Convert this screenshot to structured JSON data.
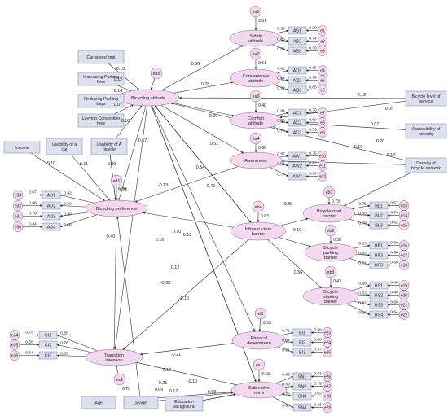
{
  "latent": [
    {
      "id": "safety",
      "label": "Safety attitude"
    },
    {
      "id": "conv",
      "label": "Convenience attitude"
    },
    {
      "id": "comfort",
      "label": "Comfort attitude"
    },
    {
      "id": "aware",
      "label": "Awareness"
    },
    {
      "id": "bike",
      "label": "Bicycling attitude"
    },
    {
      "id": "pref",
      "label": "Bicycling preference"
    },
    {
      "id": "trans",
      "label": "Transition intention"
    },
    {
      "id": "infra",
      "label": "Infrastructure barrier"
    },
    {
      "id": "road",
      "label": "Bicycle road barrier"
    },
    {
      "id": "park",
      "label": "Bicycle parking barrier"
    },
    {
      "id": "share",
      "label": "Bicycle sharing barrier"
    },
    {
      "id": "phys",
      "label": "Physical determinant"
    },
    {
      "id": "subj",
      "label": "Subjective norm"
    }
  ],
  "observed": [
    {
      "id": "car",
      "label": "Car speed limit"
    },
    {
      "id": "park_fee",
      "label": "Increasing Parking fees"
    },
    {
      "id": "park_bay",
      "label": "Reducing Parking bays"
    },
    {
      "id": "cong",
      "label": "Levying Congestion fees"
    },
    {
      "id": "income",
      "label": "Income"
    },
    {
      "id": "ucar",
      "label": "Usability of a car"
    },
    {
      "id": "ubike",
      "label": "Usability of A bicycle"
    },
    {
      "id": "age",
      "label": "Age"
    },
    {
      "id": "gender",
      "label": "Gender"
    },
    {
      "id": "edu",
      "label": "Education background"
    },
    {
      "id": "bls",
      "label": "Bicycle level of service"
    },
    {
      "id": "amen",
      "label": "Accessibility of amenity"
    },
    {
      "id": "dens",
      "label": "Density of bicycle network"
    }
  ],
  "indicators": [
    {
      "latent": "safety",
      "label": "AS1",
      "loading": "0.54",
      "err": "e1",
      "r": "0.29"
    },
    {
      "latent": "safety",
      "label": "AS2",
      "loading": "0.86",
      "err": "e2",
      "r": "0.74"
    },
    {
      "latent": "safety",
      "label": "AS3",
      "loading": "0.54",
      "err": "e3",
      "r": "0.30"
    },
    {
      "latent": "conv",
      "label": "AQ1",
      "loading": "0.81",
      "err": "e4",
      "r": "0.65"
    },
    {
      "latent": "conv",
      "label": "AQ2",
      "loading": "0.84",
      "err": "e5",
      "r": "0.70"
    },
    {
      "latent": "conv",
      "label": "AQ3",
      "loading": "0.92",
      "err": "e6",
      "r": "0.85"
    },
    {
      "latent": "comfort",
      "label": "AC1",
      "loading": "0.84",
      "err": "e7",
      "r": "0.70"
    },
    {
      "latent": "comfort",
      "label": "AC2",
      "loading": "0.83",
      "err": "e8",
      "r": "0.69"
    },
    {
      "latent": "comfort",
      "label": "AC3",
      "loading": "0.75",
      "err": "e9",
      "r": "0.59"
    },
    {
      "latent": "aware",
      "label": "AW1",
      "loading": "0.87",
      "err": "e10",
      "r": "0.75"
    },
    {
      "latent": "aware",
      "label": "AW2",
      "loading": "0.91",
      "err": "e11",
      "r": "0.82"
    },
    {
      "latent": "aware",
      "label": "AW3",
      "loading": "0.74",
      "err": "e12",
      "r": "0.54"
    },
    {
      "latent": "road",
      "label": "BL1",
      "loading": "0.75",
      "err": "e13",
      "r": "0.57"
    },
    {
      "latent": "road",
      "label": "BL2",
      "loading": "0.85",
      "err": "e14",
      "r": "0.73"
    },
    {
      "latent": "road",
      "label": "BL3",
      "loading": "0.79",
      "err": "e15",
      "r": "0.62"
    },
    {
      "latent": "park",
      "label": "BP1",
      "loading": "0.83",
      "err": "e16",
      "r": "0.69"
    },
    {
      "latent": "park",
      "label": "BP2",
      "loading": "0.82",
      "err": "e17",
      "r": "0.68"
    },
    {
      "latent": "park",
      "label": "BP3",
      "loading": "0.71",
      "err": "e18",
      "r": "0.50"
    },
    {
      "latent": "share",
      "label": "BS1",
      "loading": "0.66",
      "err": "e19",
      "r": "0.43"
    },
    {
      "latent": "share",
      "label": "BS2",
      "loading": "0.63",
      "err": "e20",
      "r": "0.40"
    },
    {
      "latent": "share",
      "label": "BS3",
      "loading": "0.82",
      "err": "e21",
      "r": "0.68"
    },
    {
      "latent": "share",
      "label": "BS4",
      "loading": "0.80",
      "err": "e22",
      "r": "0.64"
    },
    {
      "latent": "phys",
      "label": "BI1",
      "loading": "0.76",
      "err": "e23",
      "r": "0.58"
    },
    {
      "latent": "phys",
      "label": "BI2",
      "loading": "0.94",
      "err": "e24",
      "r": "0.88"
    },
    {
      "latent": "phys",
      "label": "BI3",
      "loading": "0.61",
      "err": "e25",
      "r": "0.37"
    },
    {
      "latent": "subj",
      "label": "SN1",
      "loading": "0.85",
      "err": "e26",
      "r": "0.73"
    },
    {
      "latent": "subj",
      "label": "SN2",
      "loading": "0.89",
      "err": "e27",
      "r": "0.79"
    },
    {
      "latent": "subj",
      "label": "SN3",
      "loading": "0.79",
      "err": "e28",
      "r": "0.62"
    },
    {
      "latent": "subj",
      "label": "SN4",
      "loading": "0.68",
      "err": "e29",
      "r": "0.46"
    },
    {
      "latent": "pref",
      "label": "AD1",
      "loading": "0.82",
      "err": "e33",
      "r": "0.67"
    },
    {
      "latent": "pref",
      "label": "AD2",
      "loading": "0.82",
      "err": "e32",
      "r": "0.68"
    },
    {
      "latent": "pref",
      "label": "AD3",
      "loading": "0.89",
      "err": "e31",
      "r": "0.79"
    },
    {
      "latent": "pref",
      "label": "AD4",
      "loading": "0.66",
      "err": "e30",
      "r": "0.44"
    },
    {
      "latent": "trans",
      "label": "CI1",
      "loading": "0.85",
      "err": "e34",
      "r": "0.73"
    },
    {
      "latent": "trans",
      "label": "CI2",
      "loading": "0.76",
      "err": "e35",
      "r": "0.58"
    },
    {
      "latent": "trans",
      "label": "CI3",
      "loading": "0.80",
      "err": "e36",
      "r": "0.64"
    }
  ],
  "disturbances": [
    {
      "latent": "safety",
      "label": "ea1",
      "r": "0.51"
    },
    {
      "latent": "conv",
      "label": "ea2",
      "r": "0.61"
    },
    {
      "latent": "comfort",
      "label": "ea3",
      "r": "0.40"
    },
    {
      "latent": "aware",
      "label": "ea4",
      "r": "0.60"
    },
    {
      "latent": "bike",
      "label": "ea5",
      "r": ""
    },
    {
      "latent": "pref",
      "label": "ed1",
      "r": "0.78"
    },
    {
      "latent": "trans",
      "label": "ec1",
      "r": "0.73"
    },
    {
      "latent": "infra",
      "label": "eb4",
      "r": "0.63"
    },
    {
      "latent": "road",
      "label": "eb1",
      "r": "0.73"
    },
    {
      "latent": "park",
      "label": "eb2",
      "r": "0.58"
    },
    {
      "latent": "share",
      "label": "eb3",
      "r": "0.43"
    },
    {
      "latent": "phys",
      "label": "ei1",
      "r": "0.55"
    },
    {
      "latent": "subj",
      "label": "es1",
      "r": "0.63"
    }
  ],
  "paths": [
    {
      "label": "0.10"
    },
    {
      "label": "0.12"
    },
    {
      "label": "0.14"
    },
    {
      "label": "0.07"
    },
    {
      "label": "0.18"
    },
    {
      "label": "0.67"
    },
    {
      "label": "0.86"
    },
    {
      "label": "0.78"
    },
    {
      "label": "0.09"
    },
    {
      "label": "0.51"
    },
    {
      "label": "0.54"
    },
    {
      "label": "0.16"
    },
    {
      "label": "0.10"
    },
    {
      "label": "0.12"
    },
    {
      "label": "0.05"
    },
    {
      "label": "0.12"
    },
    {
      "label": "0.07"
    },
    {
      "label": "0.14"
    },
    {
      "label": "0.20"
    },
    {
      "label": "0.10"
    },
    {
      "label": "-0.10"
    },
    {
      "label": "-0.11"
    },
    {
      "label": "0.09"
    },
    {
      "label": "0.78"
    },
    {
      "label": "0.40"
    },
    {
      "label": "-0.13"
    },
    {
      "label": "-0.49"
    },
    {
      "label": "0.12"
    },
    {
      "label": "-0.10"
    },
    {
      "label": "-0.33"
    },
    {
      "label": "-0.21"
    },
    {
      "label": "0.18"
    },
    {
      "label": "0.89"
    },
    {
      "label": "0.10"
    },
    {
      "label": "0.56"
    },
    {
      "label": "0.21"
    },
    {
      "label": "0.09"
    },
    {
      "label": "0.17"
    },
    {
      "label": "-0.10"
    },
    {
      "label": "0.08"
    }
  ]
}
